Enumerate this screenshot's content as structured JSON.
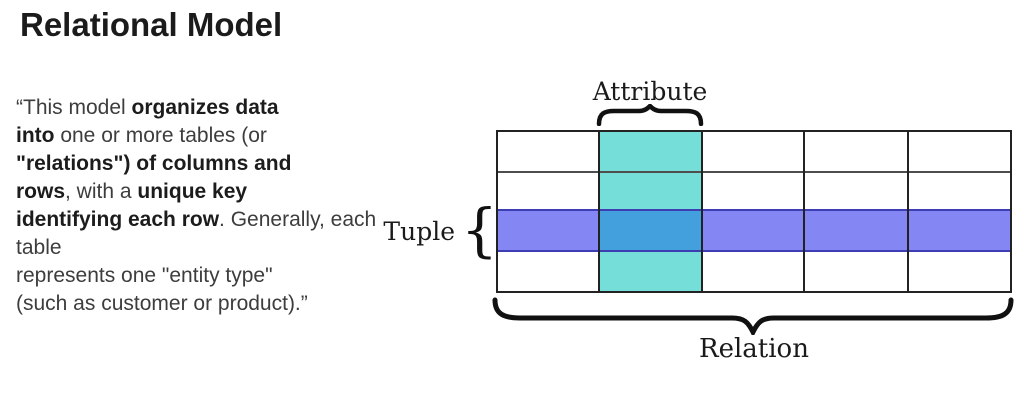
{
  "title": "Relational Model",
  "quote": {
    "segments": [
      {
        "text": "“This model ",
        "bold": false
      },
      {
        "text": "organizes data\ninto",
        "bold": true
      },
      {
        "text": " one or more tables (or\n",
        "bold": false
      },
      {
        "text": "\"relations\") of columns and\nrows",
        "bold": true
      },
      {
        "text": ", with a ",
        "bold": false
      },
      {
        "text": "unique key\nidentifying each row",
        "bold": true
      },
      {
        "text": ". Generally, each table\nrepresents one \"entity type\"\n(such as customer or product).”",
        "bold": false
      }
    ]
  },
  "diagram": {
    "attribute_label": "Attribute",
    "tuple_label": "Tuple",
    "tuple_brace_glyph": "{",
    "relation_label": "Relation",
    "table": {
      "columns": 5,
      "rows": 4,
      "highlighted_column": 2,
      "highlighted_row": 3,
      "cells_have_text": false
    },
    "colors": {
      "column_highlight": "#76DED8",
      "row_highlight": "#8486F4",
      "intersection": "#44A0DC",
      "row_highlight_border": "#3E3EB4",
      "grid_line": "#222222",
      "inner_row_line": "#4d4d4d",
      "brace_color": "#111111"
    }
  }
}
